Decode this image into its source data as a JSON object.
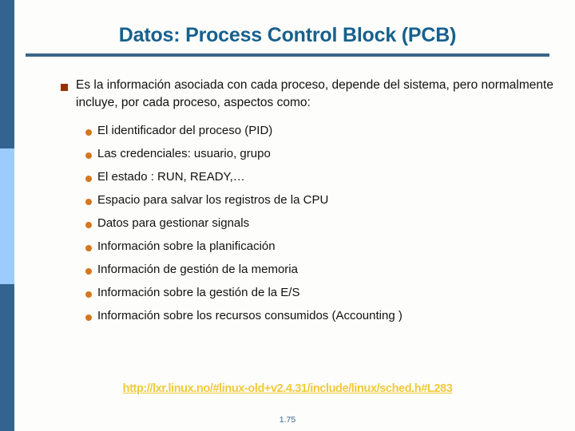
{
  "slide": {
    "title": "Datos: Process Control Block (PCB)",
    "page_number": "1.75",
    "colors": {
      "title": "#17608d",
      "rule": "#3b6588",
      "sidebar_dark": "#33648f",
      "sidebar_light": "#9bccfb",
      "level1_bullet": "#993300",
      "level2_bullet": "#d7761c",
      "link": "#f0ca3a",
      "background": "#fdfdfb",
      "body_text": "#111111"
    }
  },
  "content": {
    "level1": [
      {
        "text": "Es la información asociada con cada proceso, depende del sistema, pero normalmente incluye, por cada proceso, aspectos como:"
      }
    ],
    "level2": [
      {
        "text": "El identificador del proceso (PID)"
      },
      {
        "text": "Las credenciales: usuario, grupo"
      },
      {
        "text": "El estado : RUN, READY,…"
      },
      {
        "text": "Espacio para salvar los registros de la CPU"
      },
      {
        "text": "Datos para gestionar signals"
      },
      {
        "text": "Información sobre la planificación"
      },
      {
        "text": "Información de gestión de la memoria"
      },
      {
        "text": "Información sobre la gestión de la E/S"
      },
      {
        "text": "Información sobre los recursos consumidos (Accounting )"
      }
    ]
  },
  "footer": {
    "link_text": "http://lxr.linux.no/#linux-old+v2.4.31/include/linux/sched.h#L283"
  }
}
